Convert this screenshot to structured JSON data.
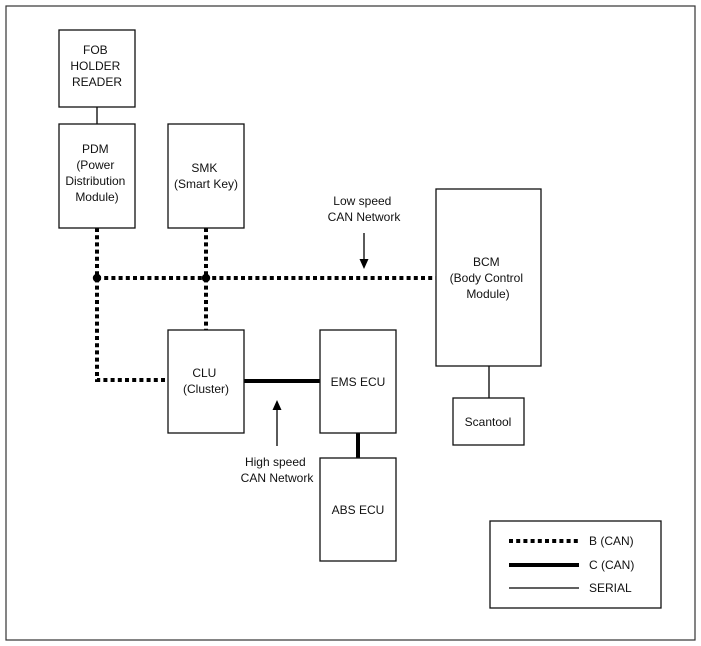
{
  "modules": {
    "fob": {
      "lines": [
        "FOB",
        "HOLDER",
        "READER"
      ]
    },
    "pdm": {
      "lines": [
        "PDM",
        "(Power",
        "Distribution",
        "Module)"
      ]
    },
    "smk": {
      "lines": [
        "SMK",
        "(Smart Key)"
      ]
    },
    "bcm": {
      "lines": [
        "BCM",
        "(Body Control",
        "Module)"
      ]
    },
    "clu": {
      "lines": [
        "CLU",
        "(Cluster)"
      ]
    },
    "ems": {
      "lines": [
        "EMS ECU"
      ]
    },
    "abs": {
      "lines": [
        "ABS ECU"
      ]
    },
    "scantool": {
      "lines": [
        "Scantool"
      ]
    }
  },
  "annotations": {
    "low_speed": {
      "lines": [
        "Low speed",
        "CAN Network"
      ]
    },
    "high_speed": {
      "lines": [
        "High speed",
        "CAN Network"
      ]
    }
  },
  "legend": {
    "can_b": "B (CAN)",
    "can_c": "C (CAN)",
    "serial": "SERIAL"
  },
  "connections": [
    {
      "from": "fob",
      "to": "pdm",
      "type": "serial"
    },
    {
      "from": "pdm",
      "to": "clu",
      "type": "can_b"
    },
    {
      "from": "smk",
      "to": "clu",
      "type": "can_b"
    },
    {
      "from": "pdm",
      "to": "bcm",
      "type": "can_b"
    },
    {
      "from": "clu",
      "to": "ems",
      "type": "can_c"
    },
    {
      "from": "ems",
      "to": "abs",
      "type": "can_c"
    },
    {
      "from": "bcm",
      "to": "scantool",
      "type": "serial"
    }
  ],
  "colors": {
    "line": "#000000",
    "box_stroke": "#111111",
    "background": "#ffffff"
  }
}
